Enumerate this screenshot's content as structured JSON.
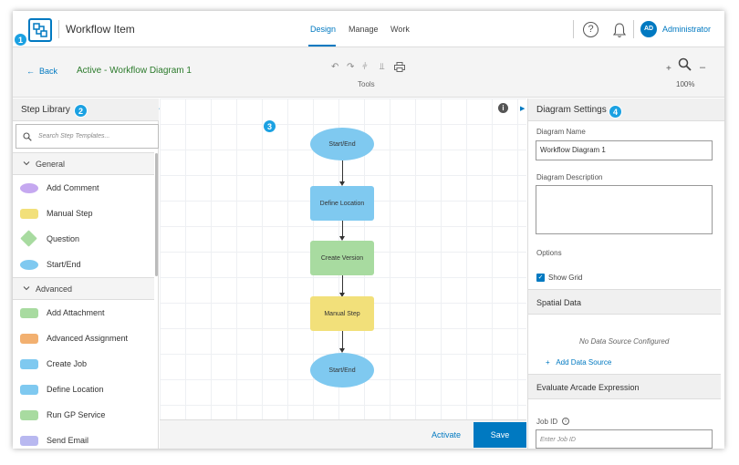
{
  "header": {
    "app_title": "Workflow Item",
    "tabs": [
      {
        "label": "Design"
      },
      {
        "label": "Manage"
      },
      {
        "label": "Work"
      }
    ],
    "user": {
      "initials": "AD",
      "name": "Administrator"
    }
  },
  "toolbar": {
    "back_label": "Back",
    "diagram_status": "Active - Workflow Diagram 1",
    "tools_label": "Tools",
    "zoom_level": "100%"
  },
  "step_library": {
    "title": "Step Library",
    "search_placeholder": "Search Step Templates...",
    "sections": [
      {
        "label": "General",
        "items": [
          {
            "label": "Add Comment",
            "color": "#c5a8f0"
          },
          {
            "label": "Manual Step",
            "color": "#f2e07a"
          },
          {
            "label": "Question",
            "color": "#a8dba0"
          },
          {
            "label": "Start/End",
            "color": "#7fc9f0"
          }
        ]
      },
      {
        "label": "Advanced",
        "items": [
          {
            "label": "Add Attachment",
            "color": "#a8dba0"
          },
          {
            "label": "Advanced Assignment",
            "color": "#f2b070"
          },
          {
            "label": "Create Job",
            "color": "#7fc9f0"
          },
          {
            "label": "Define Location",
            "color": "#7fc9f0"
          },
          {
            "label": "Run GP Service",
            "color": "#a8dba0"
          },
          {
            "label": "Send Email",
            "color": "#b8b8f0"
          }
        ]
      }
    ]
  },
  "diagram": {
    "nodes": [
      {
        "label": "Start/End",
        "color": "#7fc9f0"
      },
      {
        "label": "Define Location",
        "color": "#7fc9f0"
      },
      {
        "label": "Create Version",
        "color": "#a8dba0"
      },
      {
        "label": "Manual Step",
        "color": "#f2e07a"
      },
      {
        "label": "Start/End",
        "color": "#7fc9f0"
      }
    ]
  },
  "actions": {
    "activate_label": "Activate",
    "save_label": "Save"
  },
  "settings": {
    "title": "Diagram Settings",
    "name_label": "Diagram Name",
    "name_value": "Workflow Diagram 1",
    "description_label": "Diagram Description",
    "description_value": "",
    "options_label": "Options",
    "show_grid_label": "Show Grid",
    "show_grid": true,
    "spatial_data_title": "Spatial Data",
    "no_source_text": "No Data Source Configured",
    "add_source_label": "Add Data Source",
    "arcade_title": "Evaluate Arcade Expression",
    "job_id_label": "Job ID",
    "job_id_placeholder": "Enter Job ID"
  },
  "callouts": [
    "1",
    "2",
    "3",
    "4"
  ],
  "colors": {
    "accent": "#0079c1",
    "callout": "#1ba1e2",
    "status_green": "#2b7a2b"
  }
}
